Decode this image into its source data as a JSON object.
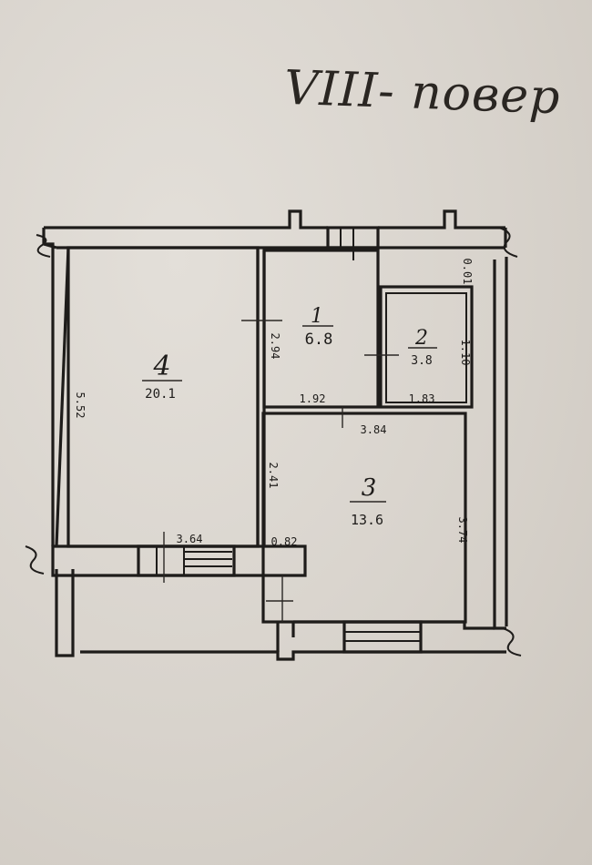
{
  "title": "VIII- повер",
  "rooms": [
    {
      "number": "1",
      "area": "6.8"
    },
    {
      "number": "2",
      "area": "3.8"
    },
    {
      "number": "3",
      "area": "13.6"
    },
    {
      "number": "4",
      "area": "20.1"
    }
  ],
  "dimensions": {
    "room1_height": "2.94",
    "room1_width": "1.92",
    "room2_height": "1.10",
    "room2_width": "1.83",
    "room2_top": "0.01",
    "room3_width": "3.84",
    "room3_left": "2.41",
    "room3_right": "3.74",
    "room4_height": "5.52",
    "room4_width": "3.64",
    "wall_gap": "0.82"
  }
}
